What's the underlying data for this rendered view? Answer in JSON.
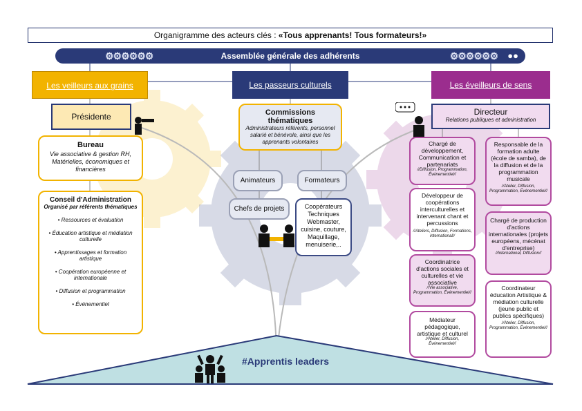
{
  "title": {
    "prefix": "Organigramme des acteurs clés : ",
    "emphasis": "«Tous apprenants! Tous formateurs!»"
  },
  "assembly": "Assemblée générale des adhérents",
  "categories": {
    "veilleurs": "Les veilleurs aux grains",
    "passeurs": "Les passeurs culturels",
    "eveilleurs": "Les éveilleurs de sens"
  },
  "veilleurs": {
    "presidente": "Présidente",
    "bureau_title": "Bureau",
    "bureau_desc": "Vie associative & gestion RH, Matérielles, économiques et financières",
    "ca_title": "Conseil d'Administration",
    "ca_sub": "Organisé par référents thématiques",
    "ca_items": [
      "• Ressources et évaluation",
      "• Éducation artistique et médiation culturelle",
      "• Apprentissages et formation artistique",
      "• Coopération européenne et internationale",
      "• Diffusion et programmation",
      "• Événementiel"
    ]
  },
  "passeurs": {
    "commissions_title": "Commissions thématiques",
    "commissions_desc": "Administrateurs référents, personnel salarié et bénévole, ainsi que les apprenants volontaires",
    "animateurs": "Animateurs",
    "formateurs": "Formateurs",
    "chefs": "Chefs de projets",
    "cooperateurs": "Coopérateurs Techniques Webmaster, cuisine, couture, Maquillage, menuiserie,.."
  },
  "eveilleurs": {
    "directeur_title": "Directeur",
    "directeur_sub": "Relations publiques et administration",
    "left_col": [
      {
        "main": "Chargé de développement, Communication et partenariats",
        "tags": "//Diffusion, Programmation, Événementiel//"
      },
      {
        "main": "Développeur de coopérations interculturelles et intervenant chant et percussions",
        "tags": "//Ateliers, Diffusion, Formations, international//"
      },
      {
        "main": "Coordinatrice d'actions sociales et culturelles et vie associative",
        "tags": "//Vie associative, Programmation, Événementiel//"
      },
      {
        "main": "Médiateur pédagogique, artistique et culturel",
        "tags": "//Atelier, Diffusion, Événementiel//"
      }
    ],
    "right_col": [
      {
        "main": "Responsable de la formation adulte (école de samba), de la diffusion et de la programmation musicale",
        "tags": "//Atelier, Diffusion, Programmation, Événementiel//"
      },
      {
        "main": "Chargé de production d'actions internationales (projets européens, mécénat d'entreprise)",
        "tags": "//International, Diffusion//"
      },
      {
        "main": "Coordinateur éducation Artistique & médiation culturelle (jeune public et publics spécifiques)",
        "tags": "//Atelier, Diffusion, Programmation, Événementiel//"
      }
    ]
  },
  "footer": "#Apprentis leaders",
  "colors": {
    "navy": "#2a3a78",
    "yellow": "#f2b300",
    "purple": "#9b2d8e",
    "teal": "#bfe0e3"
  }
}
